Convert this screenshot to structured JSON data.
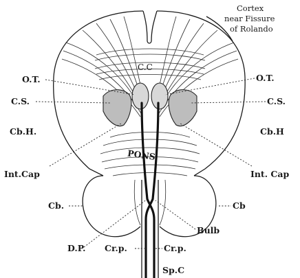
{
  "labels": {
    "cortex_line1": "Cortex",
    "cortex_line2": "near Fissure",
    "cortex_line3": "of Rolando",
    "cc": "C.C",
    "ot_left": "O.T.",
    "ot_right": "O.T.",
    "cs_left": "C.S.",
    "cs_right": "C.S.",
    "cbh_left": "Cb.H.",
    "cbh_right": "Cb.H",
    "intcap_left": "Int.Cap",
    "intcap_right": "Int. Cap",
    "pons": "PONS",
    "cb_left": "Cb.",
    "cb_right": "Cb",
    "dp": "D.P.",
    "crp_left": "Cr.p.",
    "crp_right": "Cr.p.",
    "bulb": "Bulb",
    "spc": "Sp.C"
  }
}
